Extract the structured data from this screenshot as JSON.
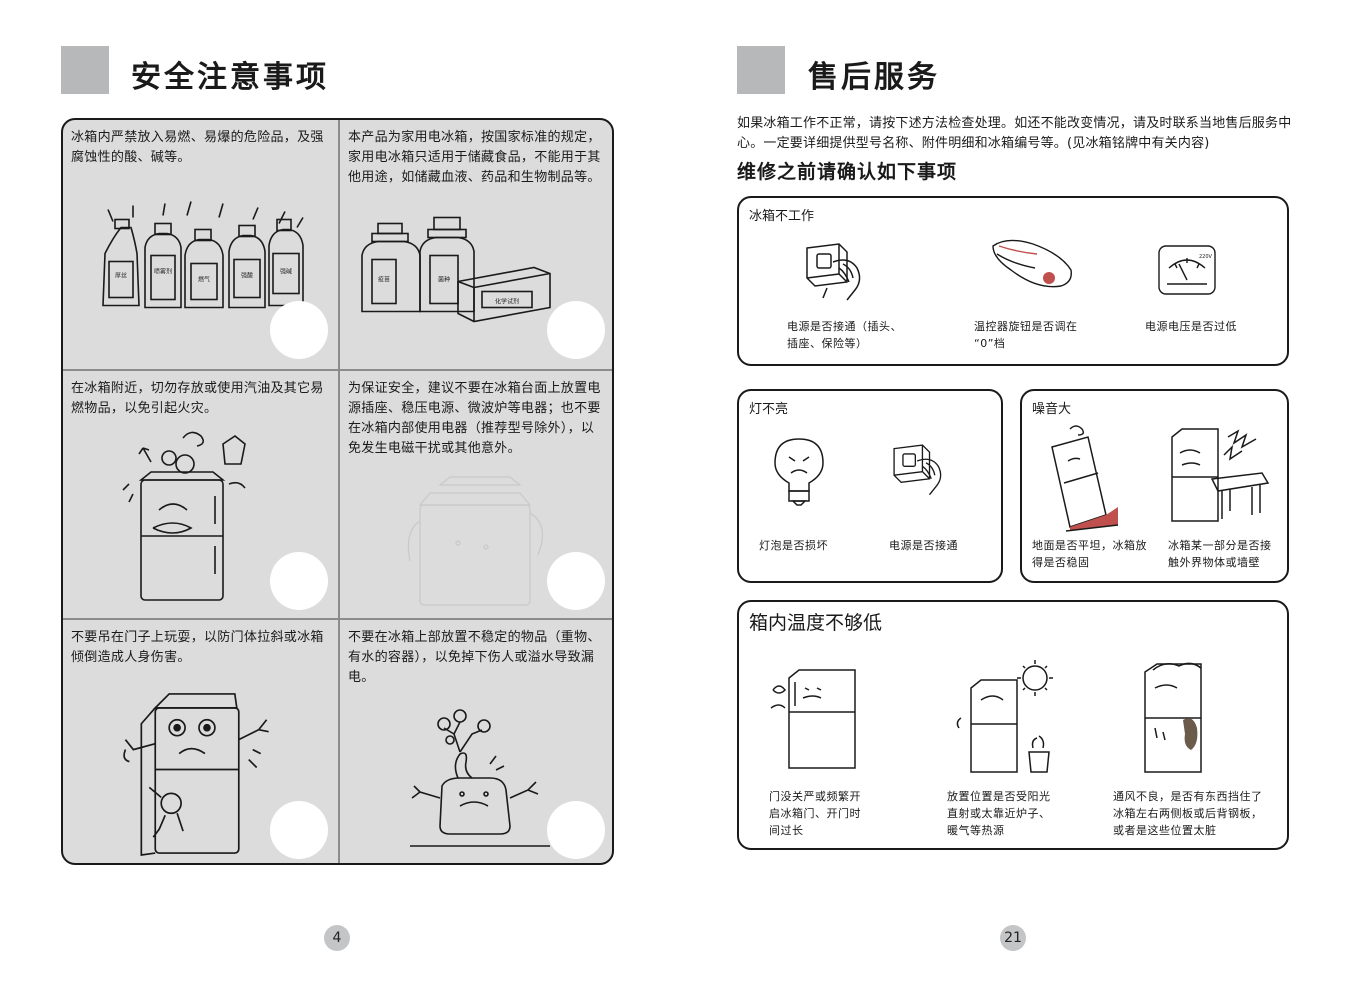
{
  "left_page": {
    "title": "安全注意事项",
    "page_number": "4",
    "cells": [
      {
        "text": "冰箱内严禁放入易燃、易爆的危险品，及强腐蚀性的酸、碱等。",
        "bottle_labels": [
          "厚丝",
          "喷雾剂",
          "燃气",
          "强酸",
          "强碱"
        ]
      },
      {
        "text": "本产品为家用电冰箱，按国家标准的规定，家用电冰箱只适用于储藏食品，不能用于其他用途，如储藏血液、药品和生物制品等。",
        "bottle_labels": [
          "疫苗",
          "菌种"
        ],
        "box_label": "化学试剂"
      },
      {
        "text": "在冰箱附近，切勿存放或使用汽油及其它易燃物品，以免引起火灾。"
      },
      {
        "text": "为保证安全，建议不要在冰箱台面上放置电源插座、稳压电源、微波炉等电器；也不要在冰箱内部使用电器（推荐型号除外），以免发生电磁干扰或其他意外。"
      },
      {
        "text": "不要吊在门子上玩耍，以防门体拉斜或冰箱倾倒造成人身伤害。"
      },
      {
        "text": "不要在冰箱上部放置不稳定的物品（重物、有水的容器），以免掉下伤人或溢水导致漏电。"
      }
    ]
  },
  "right_page": {
    "title": "售后服务",
    "page_number": "21",
    "intro": "如果冰箱工作不正常，请按下述方法检查处理。如还不能改变情况，请及时联系当地售后服务中心。一定要详细提供型号名称、附件明细和冰箱编号等。(见冰箱铭牌中有关内容)",
    "subheading": "维修之前请确认如下事项",
    "not_working": {
      "title": "冰箱不工作",
      "items": [
        {
          "caption_l1": "电源是否接通（插头、",
          "caption_l2": "插座、保险等）"
        },
        {
          "caption_l1": "温控器旋钮是否调在",
          "caption_l2": "“0”档"
        },
        {
          "caption_l1": "电源电压是否过低",
          "caption_l2": ""
        }
      ]
    },
    "light_off": {
      "title": "灯不亮",
      "items": [
        {
          "caption_l1": "灯泡是否损坏"
        },
        {
          "caption_l1": "电源是否接通"
        }
      ]
    },
    "noise": {
      "title": "噪音大",
      "items": [
        {
          "caption_l1": "地面是否平坦，冰箱放",
          "caption_l2": "得是否稳固"
        },
        {
          "caption_l1": "冰箱某一部分是否接",
          "caption_l2": "触外界物体或墙壁"
        }
      ]
    },
    "temp": {
      "title": "箱内温度不够低",
      "items": [
        {
          "caption_l1": "门没关严或频繁开",
          "caption_l2": "启冰箱门、开门时",
          "caption_l3": "间过长"
        },
        {
          "caption_l1": "放置位置是否受阳光",
          "caption_l2": "直射或太靠近炉子、",
          "caption_l3": "暖气等热源"
        },
        {
          "caption_l1": "通风不良，是否有东西挡住了",
          "caption_l2": "冰箱左右两侧板或后背钢板，",
          "caption_l3": "或者是这些位置太脏"
        }
      ]
    }
  }
}
